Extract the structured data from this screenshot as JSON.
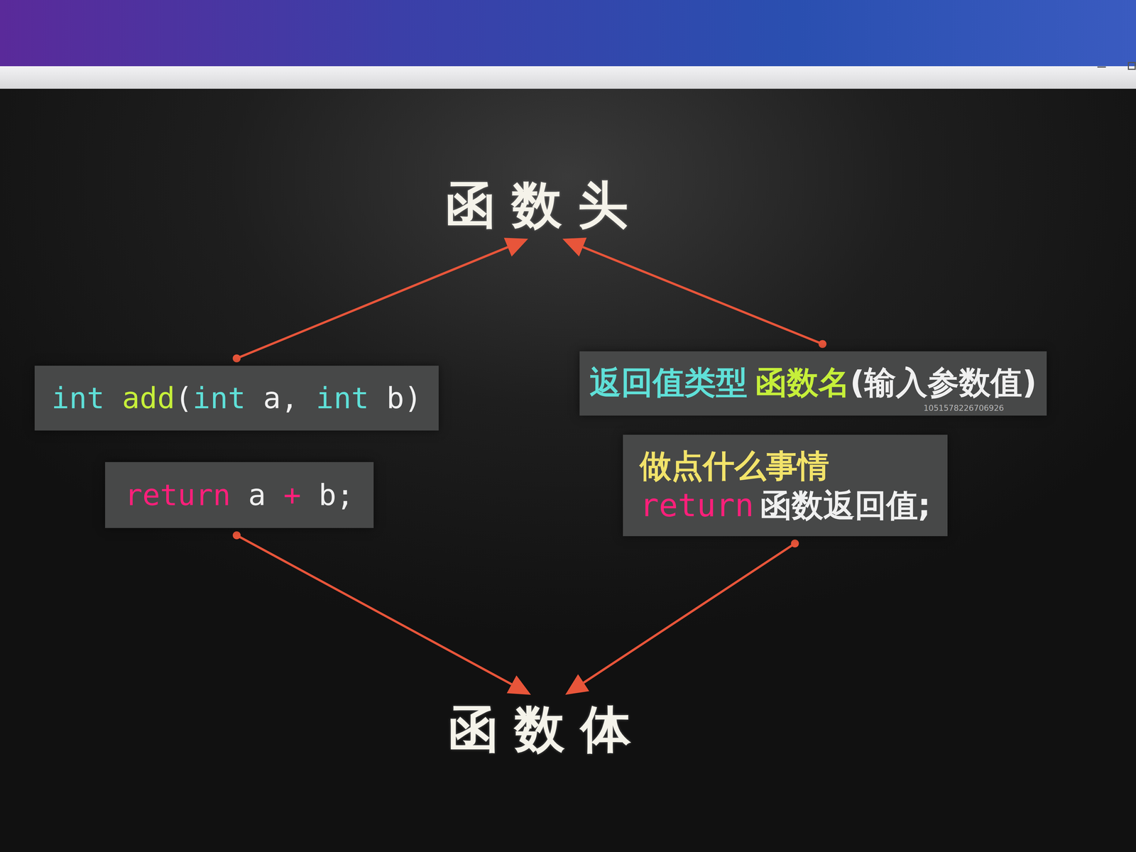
{
  "diagram": {
    "nodes": [
      {
        "text": [
          "函数头"
        ]
      },
      {
        "text": [
          "int",
          "add",
          "(",
          "int",
          "a,",
          "int",
          "b)"
        ]
      },
      {
        "text": [
          "return",
          "a",
          "+",
          "b;"
        ]
      },
      {
        "text": [
          "返回值类型",
          "函数名",
          "(输入参数值)"
        ]
      },
      {
        "text": [
          "做点什么事情",
          "return",
          "函数返回值;"
        ]
      },
      {
        "text": [
          "函数体"
        ]
      }
    ],
    "edges": [
      {
        "from": 1,
        "to": 0,
        "arrow": "to"
      },
      {
        "from": 3,
        "to": 0,
        "arrow": "to"
      },
      {
        "from": 2,
        "to": 5,
        "arrow": "to"
      },
      {
        "from": 4,
        "to": 5,
        "arrow": "to"
      }
    ],
    "labels": [
      "1051578226706926"
    ]
  }
}
